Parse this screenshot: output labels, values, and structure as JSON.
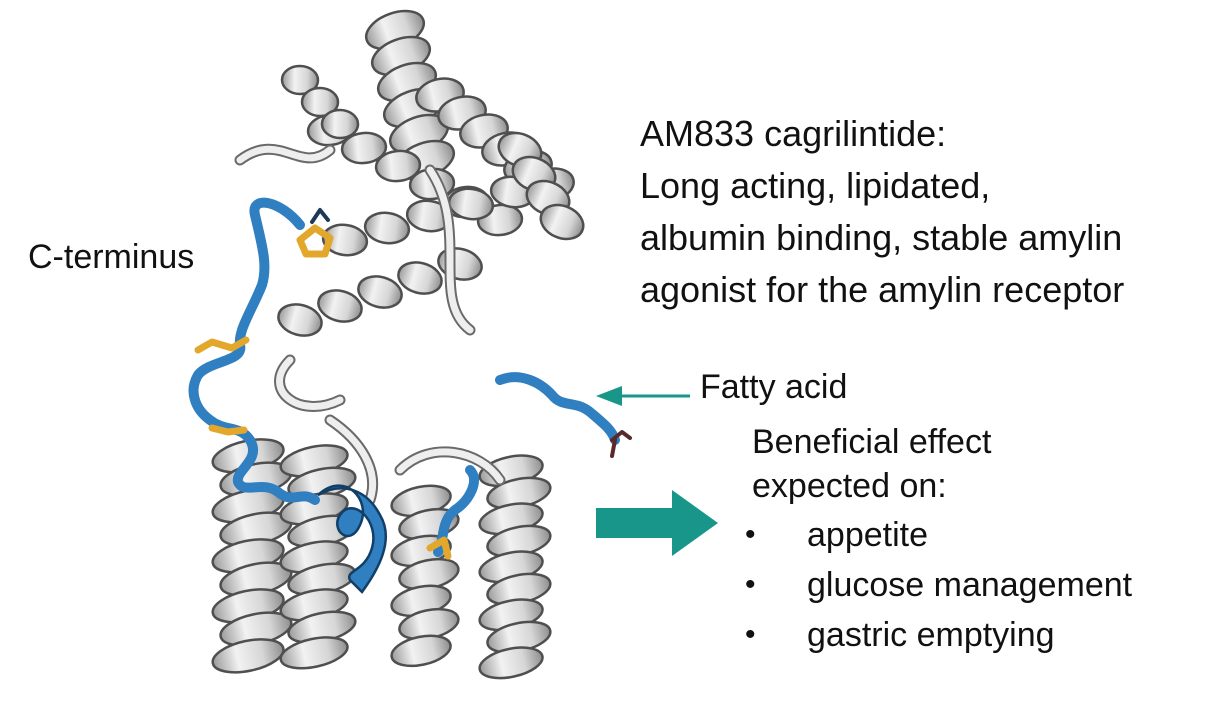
{
  "title_lines": [
    "AM833 cagrilintide:",
    "Long acting, lipidated,",
    "albumin binding, stable amylin",
    "agonist for the amylin receptor"
  ],
  "labels": {
    "c_terminus": "C-terminus",
    "fatty_acid": "Fatty acid"
  },
  "effect": {
    "heading_lines": [
      "Beneficial effect",
      "expected on:"
    ],
    "bullet_symbol": "•",
    "items": [
      "appetite",
      "glucose management",
      "gastric emptying"
    ]
  },
  "colors": {
    "receptor_helix": "#c9c9c9",
    "receptor_outline": "#555555",
    "peptide": "#2f7fc1",
    "peptide_dark": "#1f5d91",
    "sidechain": "#e3a72b",
    "arrow_teal": "#18968a"
  },
  "icons": {
    "pointer_arrow": "thin-left-arrow",
    "effect_arrow": "thick-right-arrow"
  }
}
